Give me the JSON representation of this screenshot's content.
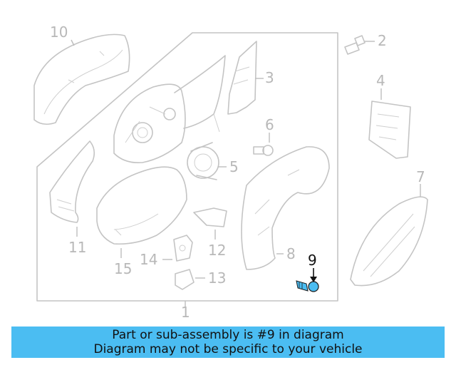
{
  "diagram": {
    "labels": {
      "p1": "1",
      "p2": "2",
      "p3": "3",
      "p4": "4",
      "p5": "5",
      "p6": "6",
      "p7": "7",
      "p8": "8",
      "p9": "9",
      "p10": "10",
      "p11": "11",
      "p12": "12",
      "p13": "13",
      "p14": "14",
      "p15": "15"
    },
    "highlighted_part": "9",
    "highlight_color": "#4bbdf2"
  },
  "banner": {
    "line1": "Part or sub-assembly is #9 in diagram",
    "line2": "Diagram may not be specific to your vehicle",
    "background": "#4bbdf2"
  }
}
